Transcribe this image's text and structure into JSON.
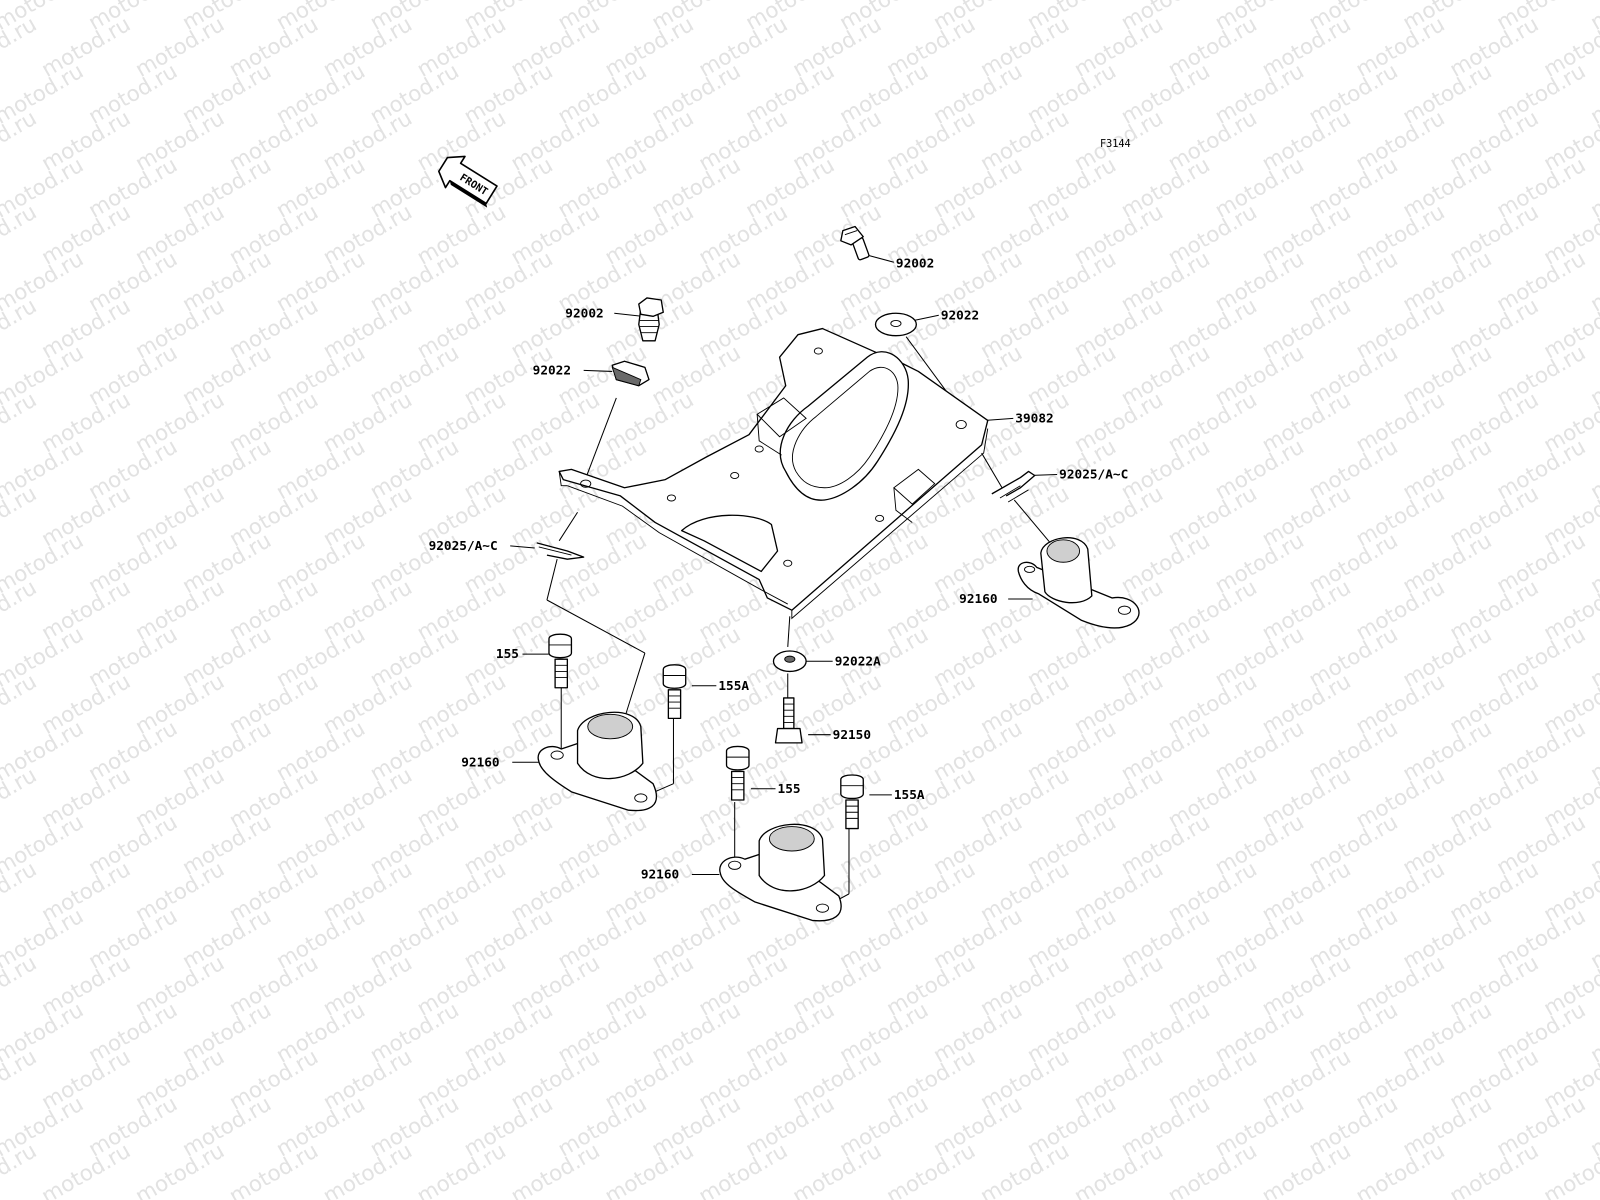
{
  "figure_code": "F3144",
  "front_indicator": "FRONT",
  "watermark": "motod.ru",
  "callouts": {
    "bolt_top_right": "92002",
    "bolt_top_left": "92002",
    "washer_top_right": "92022",
    "washer_top_left": "92022",
    "bracket_plate": "39082",
    "clip_right": "92025/A~C",
    "clip_left": "92025/A~C",
    "mount_right": "92160",
    "washer_bottom": "92022A",
    "bolt_left_a": "155",
    "bolt_left_b": "155A",
    "stud_center": "92150",
    "mount_left": "92160",
    "bolt_bottom_a": "155",
    "bolt_bottom_b": "155A",
    "mount_bottom": "92160"
  }
}
